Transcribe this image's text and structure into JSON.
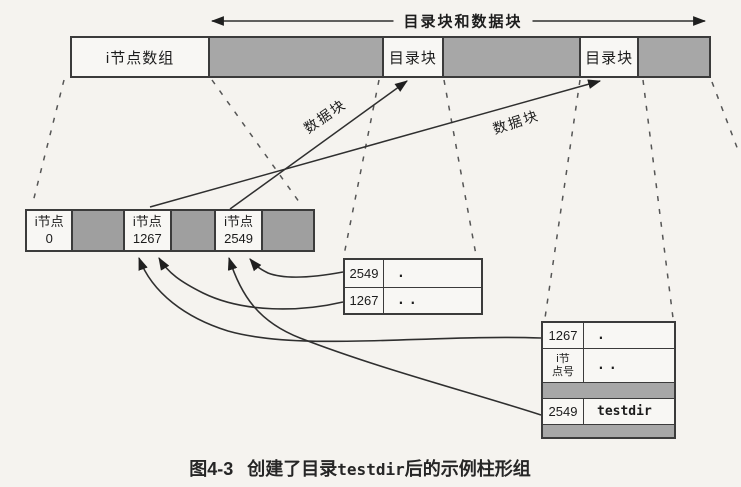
{
  "colors": {
    "page_bg": "#f5f3ef",
    "bar_gray_fill": "#a7a7a7",
    "inode_gray_fill": "#9f9f9f",
    "line": "#2f2f2f",
    "text": "#1c1c1c"
  },
  "top_arrow": {
    "label": "目录块和数据块"
  },
  "disk_bar": {
    "segments": [
      {
        "label": "i节点数组"
      },
      {
        "label": "目录块"
      },
      {
        "label": "目录块"
      }
    ]
  },
  "data_block_labels": {
    "left": "数据块",
    "right": "数据块"
  },
  "inode_row": {
    "cells": [
      {
        "title": "i节点",
        "number": "0"
      },
      {
        "title": "i节点",
        "number": "1267"
      },
      {
        "title": "i节点",
        "number": "2549"
      }
    ]
  },
  "testdir_block_table": {
    "rows": [
      {
        "inode": "2549",
        "name": "."
      },
      {
        "inode": "1267",
        "name": ".."
      }
    ]
  },
  "parent_block_table": {
    "rows": [
      {
        "inode": "1267",
        "name": "."
      },
      {
        "inode_label_lines": [
          "i节",
          "点号"
        ],
        "name": ".."
      },
      {
        "type": "gray"
      },
      {
        "inode": "2549",
        "name": "testdir"
      },
      {
        "type": "gray"
      }
    ]
  },
  "caption": {
    "figure": "图4-3",
    "before": "创建了目录",
    "mono": "testdir",
    "after": "后的示例柱形组"
  }
}
